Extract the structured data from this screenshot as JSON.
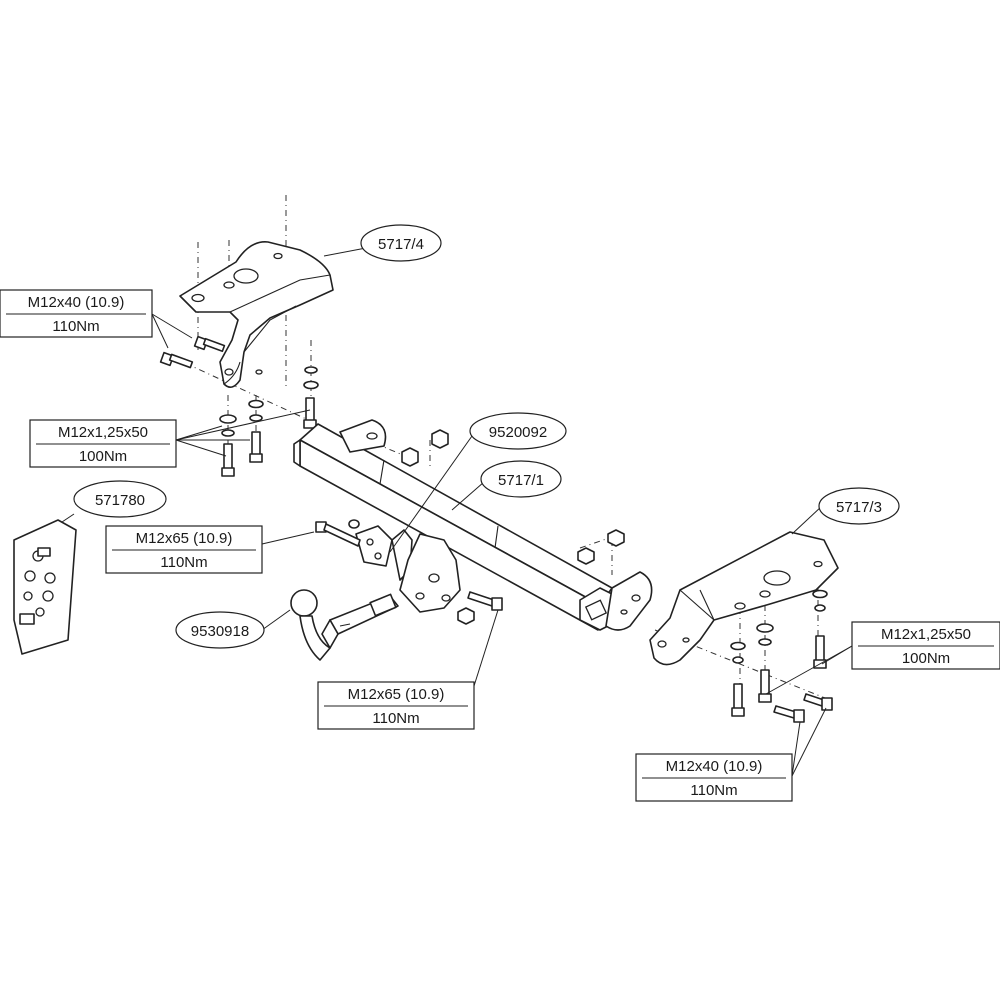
{
  "callouts": {
    "bracket_left": "5717/4",
    "bracket_right": "5717/3",
    "crossbar": "5717/1",
    "plate": "9520092",
    "kit": "571780",
    "towball": "9530918"
  },
  "bolts": {
    "top_left": {
      "size": "M12x40 (10.9)",
      "torque": "110Nm"
    },
    "mid_left": {
      "size": "M12x1,25x50",
      "torque": "100Nm"
    },
    "side_left": {
      "size": "M12x65 (10.9)",
      "torque": "110Nm"
    },
    "bottom_center": {
      "size": "M12x65 (10.9)",
      "torque": "110Nm"
    },
    "mid_right": {
      "size": "M12x1,25x50",
      "torque": "100Nm"
    },
    "bottom_right": {
      "size": "M12x40 (10.9)",
      "torque": "110Nm"
    }
  }
}
